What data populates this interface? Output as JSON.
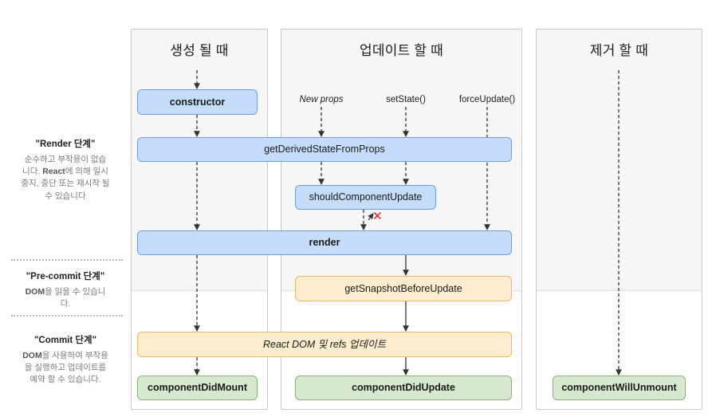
{
  "diagram": {
    "title": "React lifecycle methods diagram",
    "colors": {
      "blue_fill": "#c5dcfa",
      "blue_border": "#6da0e8",
      "yellow_fill": "#fdeccd",
      "yellow_border": "#e9bc61",
      "green_fill": "#d6e9cf",
      "green_border": "#86b579",
      "panel_bg_gray": "#f6f6f6",
      "panel_border": "#c9c9c9",
      "error_mark": "#e02020",
      "arrow": "#333333"
    }
  },
  "columns": [
    {
      "id": "mounting",
      "title": "생성 될 때"
    },
    {
      "id": "updating",
      "title": "업데이트 할 때"
    },
    {
      "id": "unmounting",
      "title": "제거 할 때"
    }
  ],
  "phases": [
    {
      "id": "render",
      "title": "\"Render 단계\"",
      "desc_line1": "순수하고 부작용이 없습",
      "desc_line2_pre": "니다. ",
      "desc_line2_strong": "React",
      "desc_line2_post": "에 의해 일시",
      "desc_line3": "중지, 중단 또는 재시작 될",
      "desc_line4": "수 있습니다"
    },
    {
      "id": "pre-commit",
      "title": "\"Pre-commit 단계\"",
      "desc_line1_strong": "DOM",
      "desc_line1_post": "을 읽을 수 있습니",
      "desc_line2": "다."
    },
    {
      "id": "commit",
      "title": "\"Commit 단계\"",
      "desc_line1_strong": "DOM",
      "desc_line1_post": "을 사용하여 부작용",
      "desc_line2": "을 실행하고 업데이트를",
      "desc_line3": "예약 할 수 있습니다."
    }
  ],
  "triggers": [
    {
      "id": "new-props",
      "label": "New props",
      "italic": true
    },
    {
      "id": "set-state",
      "label": "setState()",
      "italic": false
    },
    {
      "id": "force-update",
      "label": "forceUpdate()",
      "italic": false
    }
  ],
  "boxes": [
    {
      "id": "constructor",
      "label": "constructor",
      "color": "blue",
      "bold": true,
      "italic": false
    },
    {
      "id": "get-derived-state",
      "label": "getDerivedStateFromProps",
      "color": "blue",
      "bold": false,
      "italic": false
    },
    {
      "id": "should-component-update",
      "label": "shouldComponentUpdate",
      "color": "blue",
      "bold": false,
      "italic": false
    },
    {
      "id": "render",
      "label": "render",
      "color": "blue",
      "bold": true,
      "italic": false
    },
    {
      "id": "get-snapshot",
      "label": "getSnapshotBeforeUpdate",
      "color": "yellow",
      "bold": false,
      "italic": false
    },
    {
      "id": "react-dom-refs",
      "label": "React DOM 및 refs 업데이트",
      "color": "yellow",
      "bold": false,
      "italic": true
    },
    {
      "id": "component-did-mount",
      "label": "componentDidMount",
      "color": "green",
      "bold": true,
      "italic": false
    },
    {
      "id": "component-did-update",
      "label": "componentDidUpdate",
      "color": "green",
      "bold": true,
      "italic": false
    },
    {
      "id": "component-will-unmount",
      "label": "componentWillUnmount",
      "color": "green",
      "bold": true,
      "italic": false
    }
  ],
  "annotations": [
    {
      "id": "should-update-false",
      "symbol": "✕",
      "meaning": "shouldComponentUpdate returned false — render is skipped"
    }
  ]
}
